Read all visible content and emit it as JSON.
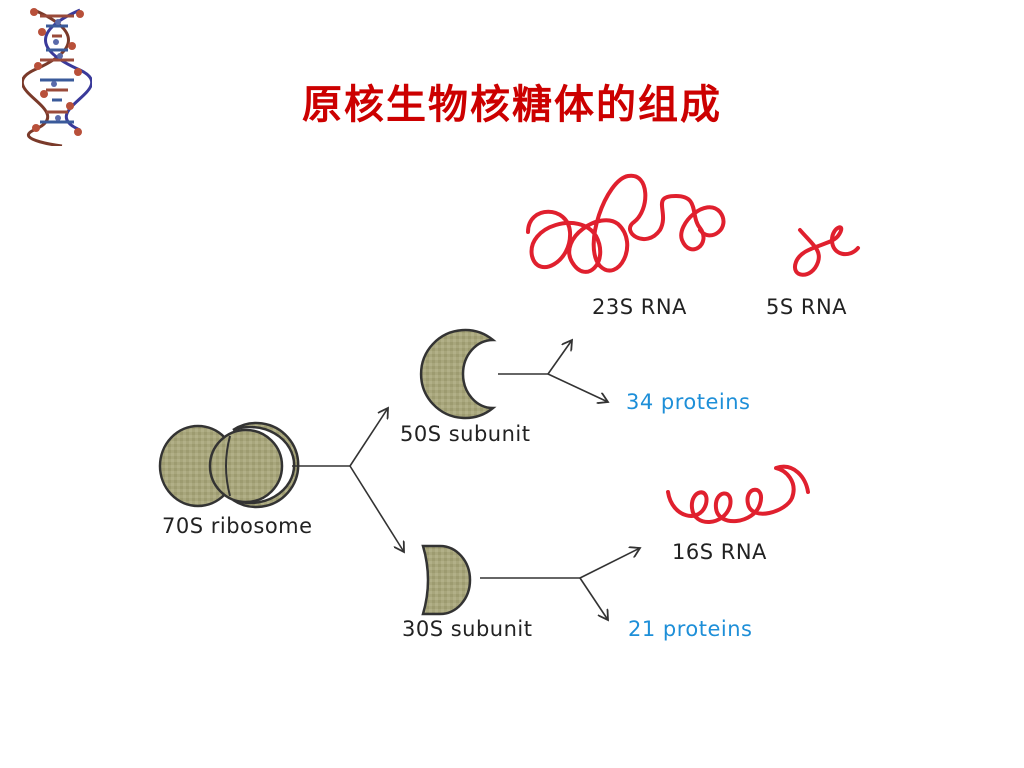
{
  "slide": {
    "title": "原核生物核糖体的组成"
  },
  "diagram": {
    "ribosome_label": "70S ribosome",
    "large_subunit_label": "50S subunit",
    "small_subunit_label": "30S subunit",
    "rna_23s_label": "23S RNA",
    "rna_5s_label": "5S RNA",
    "rna_16s_label": "16S RNA",
    "large_proteins_label": "34 proteins",
    "small_proteins_label": "21 proteins"
  },
  "colors": {
    "title": "#cc0000",
    "rna_strand": "#e0202e",
    "protein_text": "#1e8fd8",
    "subunit_fill": "#a8a67c"
  },
  "icons": {
    "corner_decoration": "dna-helix-icon"
  }
}
